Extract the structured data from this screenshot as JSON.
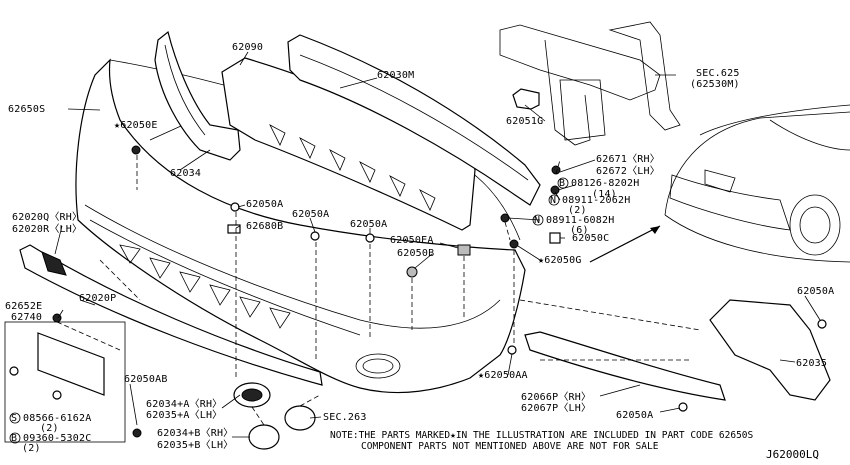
{
  "labels": {
    "p62650S": "62650S",
    "p62050E": "★62050E",
    "p62034": "62034",
    "p62090": "62090",
    "p62030M": "62030M",
    "p62051G": "62051G",
    "sec625": "SEC.625",
    "sec625sub": "(62530M)",
    "p62671": "62671〈RH〉",
    "p62672": "62672〈LH〉",
    "p08126": "08126-8202H",
    "p08126q": "(14)",
    "p08911_2062": "08911-2062H",
    "p08911_2062q": "(2)",
    "p08911_6082": "08911-6082H",
    "p08911_6082q": "(6)",
    "p62050C": "62050C",
    "p62050A_1": "62050A",
    "p62050A_2": "62050A",
    "p62050A_3": "62050A",
    "p62680B": "62680B",
    "p62050EA": "62050EA",
    "p62050B": "62050B",
    "p62050G": "★62050G",
    "p62020Q": "62020Q〈RH〉",
    "p62020R": "62020R〈LH〉",
    "p62020P": "62020P",
    "p62652E": "62652E",
    "p62740": "62740",
    "p08566": "08566-6162A",
    "p08566q": "(2)",
    "p09360": "09360-5302C",
    "p09360q": "(2)",
    "p62050AB": "62050AB",
    "p62034A": "62034+A〈RH〉",
    "p62035A": "62035+A〈LH〉",
    "p62034B": "62034+B〈RH〉",
    "p62035B": "62035+B〈LH〉",
    "sec263": "SEC.263",
    "p62050AA": "★62050AA",
    "p62050A_4": "62050A",
    "p62035": "62035",
    "p62066P": "62066P〈RH〉",
    "p62067P": "62067P〈LH〉",
    "p62050A_5": "62050A",
    "circ_S": "S",
    "circ_B1": "B",
    "circ_B2": "B",
    "circ_N1": "N",
    "circ_N2": "N"
  },
  "note": {
    "line1": "NOTE:THE PARTS MARKED★IN THE ILLUSTRATION ARE INCLUDED IN PART CODE 62650S",
    "line2": "COMPONENT PARTS NOT MENTIONED ABOVE ARE NOT FOR SALE"
  },
  "diagram_code": "J62000LQ"
}
